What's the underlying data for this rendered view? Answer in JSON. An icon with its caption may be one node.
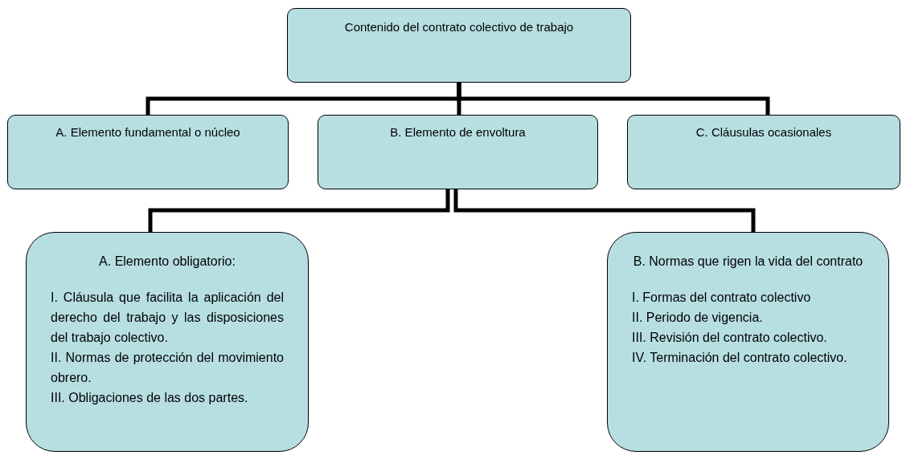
{
  "diagram": {
    "nodes": [
      {
        "text": [
          "Contenido del contrato colectivo de trabajo"
        ]
      },
      {
        "text": [
          "A. Elemento fundamental o núcleo"
        ]
      },
      {
        "text": [
          "B. Elemento de envoltura"
        ]
      },
      {
        "text": [
          "C. Cláusulas ocasionales"
        ]
      },
      {
        "text": [
          "A. Elemento obligatorio:",
          "I. Cláusula que facilita la aplicación del derecho del trabajo y las disposiciones del trabajo colectivo.",
          "II. Normas de protección del movimiento obrero.",
          "III. Obligaciones de las dos partes."
        ]
      },
      {
        "text": [
          "B. Normas que rigen la vida del contrato",
          "I. Formas del contrato colectivo",
          "II. Periodo de vigencia.",
          "III. Revisión del contrato colectivo.",
          "IV. Terminación del contrato colectivo."
        ]
      }
    ],
    "edges": [
      {
        "from": 0,
        "to": 1,
        "arrow": "none"
      },
      {
        "from": 0,
        "to": 2,
        "arrow": "none"
      },
      {
        "from": 0,
        "to": 3,
        "arrow": "none"
      },
      {
        "from": 2,
        "to": 4,
        "arrow": "none"
      },
      {
        "from": 2,
        "to": 5,
        "arrow": "none"
      }
    ]
  }
}
